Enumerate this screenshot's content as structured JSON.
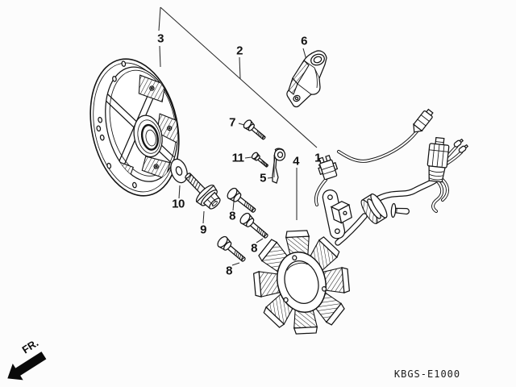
{
  "diagram": {
    "code": "KBGS-E1000",
    "fr_label": "FR.",
    "colors": {
      "line": "#141414",
      "background": "#fcfcfc"
    },
    "parts": [
      {
        "number": "3"
      },
      {
        "number": "2"
      },
      {
        "number": "6"
      },
      {
        "number": "7"
      },
      {
        "number": "11"
      },
      {
        "number": "5"
      },
      {
        "number": "4"
      },
      {
        "number": "1"
      },
      {
        "number": "10"
      },
      {
        "number": "9"
      },
      {
        "number": "8"
      },
      {
        "number": "8"
      },
      {
        "number": "8"
      }
    ]
  }
}
